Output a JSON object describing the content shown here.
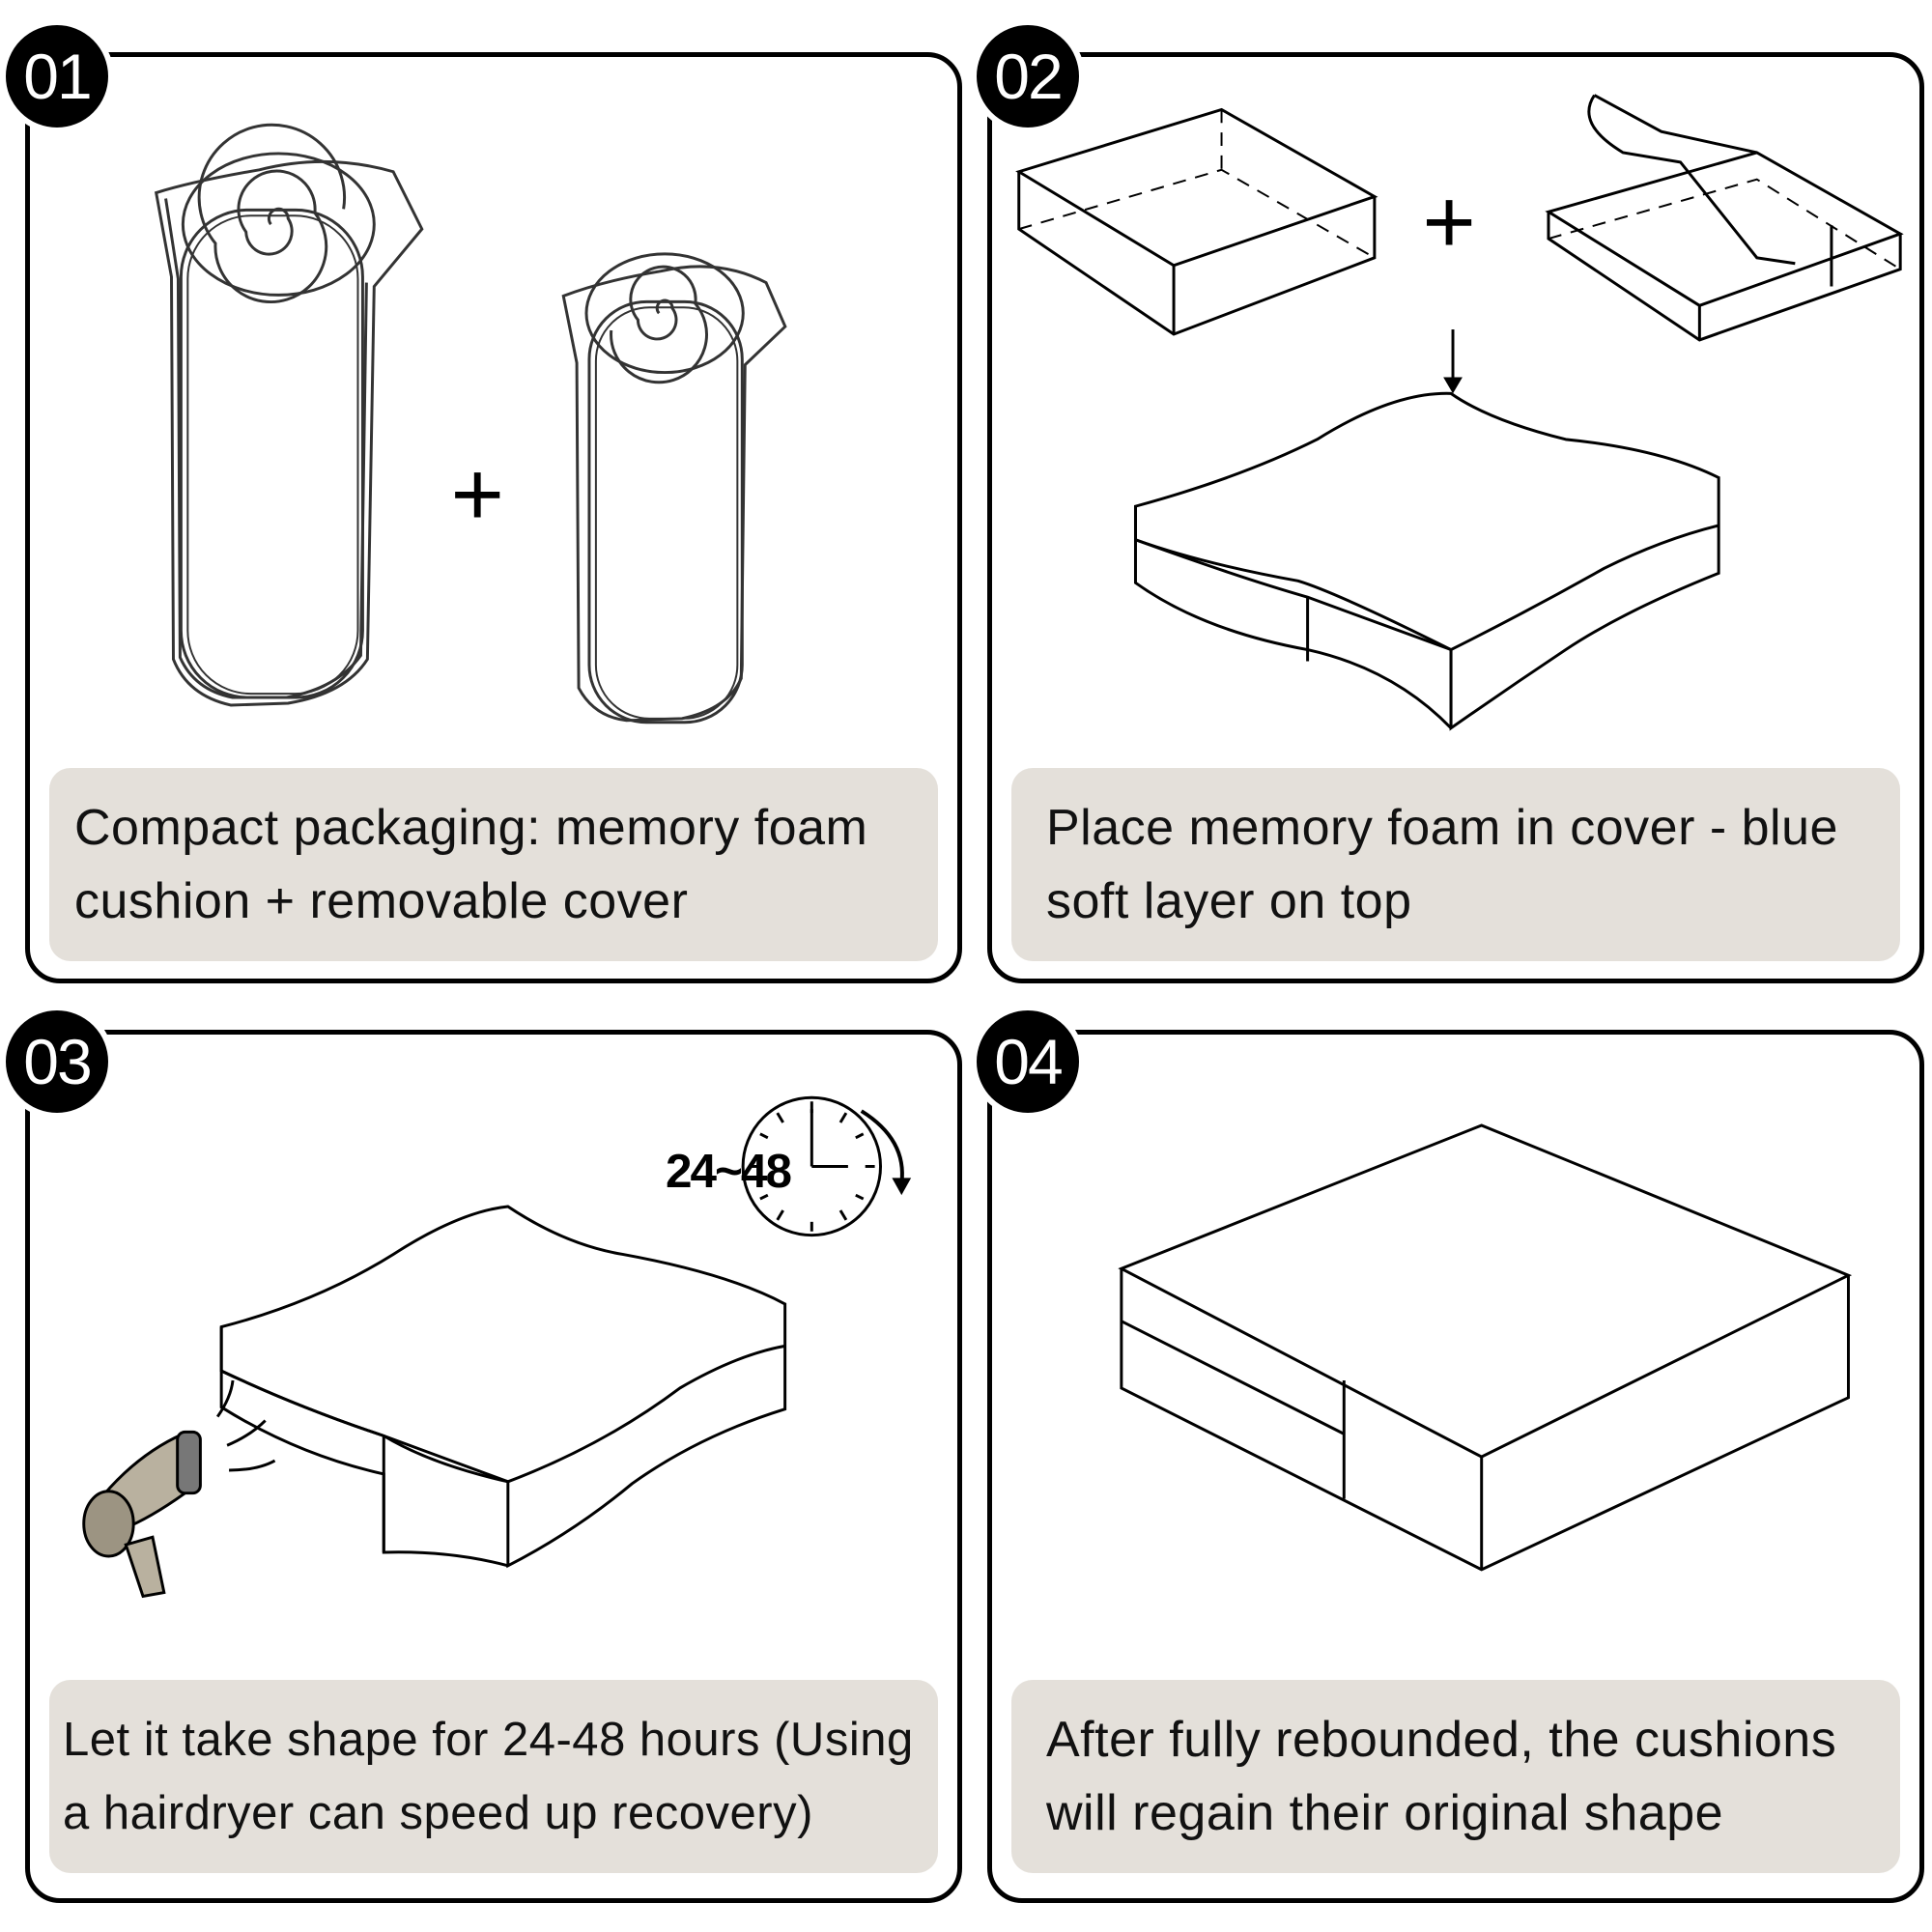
{
  "steps": [
    {
      "number": "01",
      "caption": "Compact packaging: memory foam cushion + removable cover"
    },
    {
      "number": "02",
      "caption": "Place memory foam in cover - blue soft layer on top"
    },
    {
      "number": "03",
      "caption": "Let it take shape for 24-48 hours (Using a hairdryer can speed up recovery)"
    },
    {
      "number": "04",
      "caption": "After fully rebounded, the cushions will regain their original shape"
    }
  ],
  "illustration": {
    "plus_sign": "+",
    "timer_label": "24~48"
  },
  "colors": {
    "caption_bg": "#e4e0da",
    "badge_bg": "#000000",
    "hairdryer": "#b9b19f"
  }
}
